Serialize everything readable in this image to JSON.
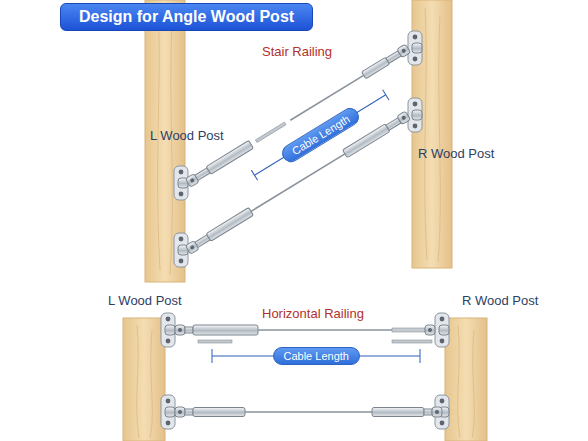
{
  "diagram": {
    "title": "Design for Angle Wood Post",
    "nodes": [
      {
        "text": [
          "Cable Length"
        ]
      },
      {
        "text": [
          "Cable Length"
        ]
      }
    ],
    "labels": [
      "Stair Railing",
      "L Wood Post",
      "R Wood Post",
      "L Wood Post",
      "Horizontal Railing",
      "R Wood Post"
    ]
  }
}
